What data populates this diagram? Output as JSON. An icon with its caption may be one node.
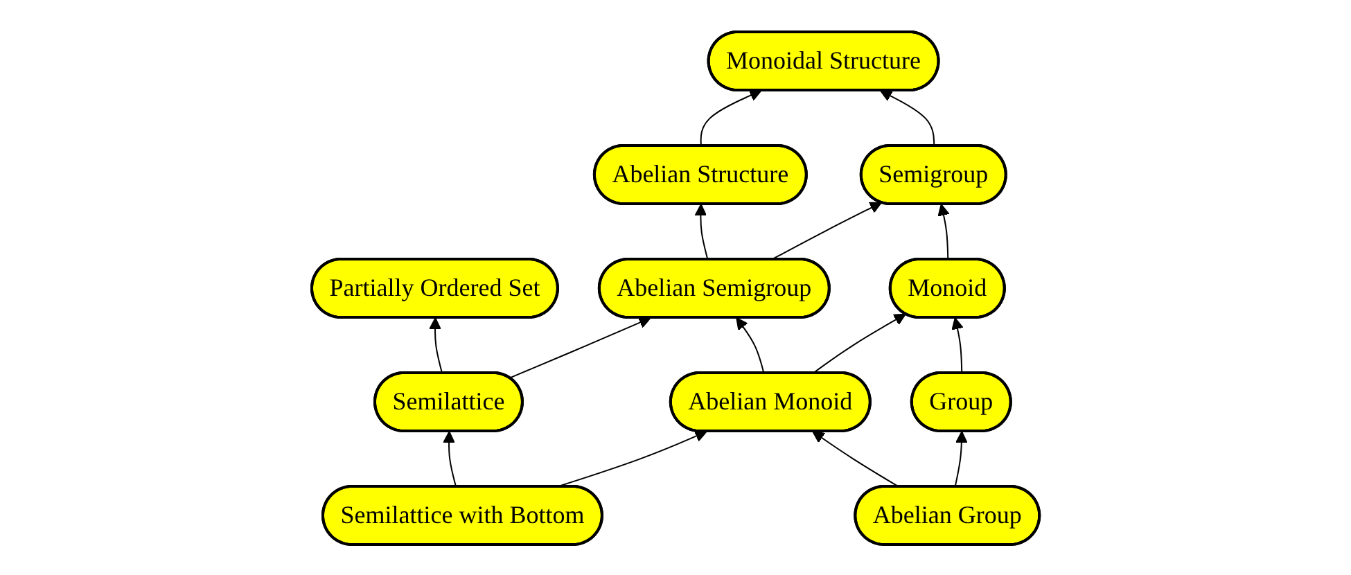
{
  "diagram": {
    "nodes": [
      {
        "text": [
          "Monoidal Structure"
        ]
      },
      {
        "text": [
          "Abelian Structure"
        ]
      },
      {
        "text": [
          "Semigroup"
        ]
      },
      {
        "text": [
          "Partially Ordered Set"
        ]
      },
      {
        "text": [
          "Abelian Semigroup"
        ]
      },
      {
        "text": [
          "Monoid"
        ]
      },
      {
        "text": [
          "Semilattice"
        ]
      },
      {
        "text": [
          "Abelian Monoid"
        ]
      },
      {
        "text": [
          "Group"
        ]
      },
      {
        "text": [
          "Semilattice with Bottom"
        ]
      },
      {
        "text": [
          "Abelian Group"
        ]
      }
    ],
    "edges": [
      {
        "from": 1,
        "to": 0,
        "arrow": "to"
      },
      {
        "from": 2,
        "to": 0,
        "arrow": "to"
      },
      {
        "from": 4,
        "to": 1,
        "arrow": "to"
      },
      {
        "from": 4,
        "to": 2,
        "arrow": "to"
      },
      {
        "from": 6,
        "to": 3,
        "arrow": "to"
      },
      {
        "from": 6,
        "to": 4,
        "arrow": "to"
      },
      {
        "from": 7,
        "to": 4,
        "arrow": "to"
      },
      {
        "from": 7,
        "to": 5,
        "arrow": "to"
      },
      {
        "from": 5,
        "to": 2,
        "arrow": "to"
      },
      {
        "from": 8,
        "to": 5,
        "arrow": "to"
      },
      {
        "from": 9,
        "to": 6,
        "arrow": "to"
      },
      {
        "from": 9,
        "to": 7,
        "arrow": "to"
      },
      {
        "from": 10,
        "to": 7,
        "arrow": "to"
      },
      {
        "from": 10,
        "to": 8,
        "arrow": "to"
      }
    ]
  }
}
